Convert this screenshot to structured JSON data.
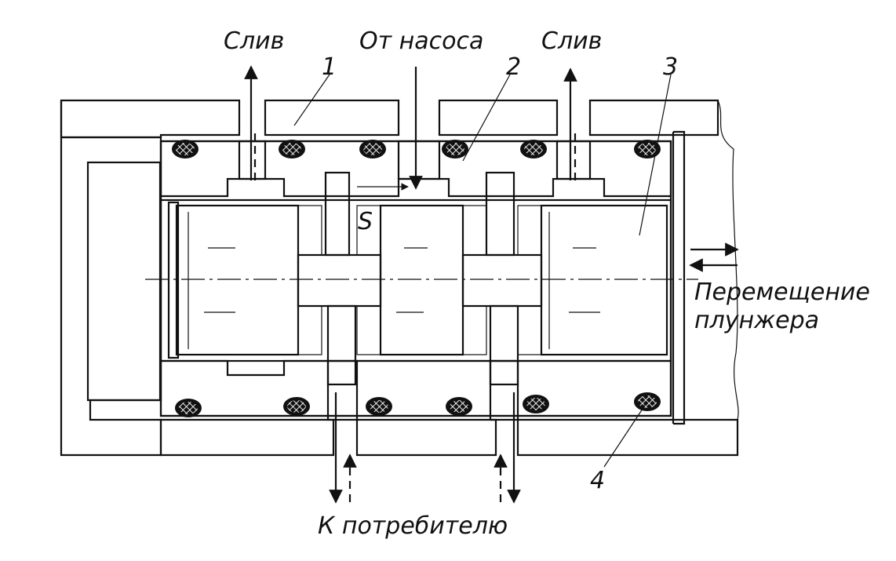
{
  "labels": {
    "drain_left": "Слив",
    "from_pump": "От насоса",
    "drain_right": "Слив",
    "to_consumer": "К потребителю",
    "plunger_move_line1": "Перемещение",
    "plunger_move_line2": "плунжера",
    "gap": "S"
  },
  "callouts": {
    "n1": "1",
    "n2": "2",
    "n3": "3",
    "n4": "4"
  }
}
